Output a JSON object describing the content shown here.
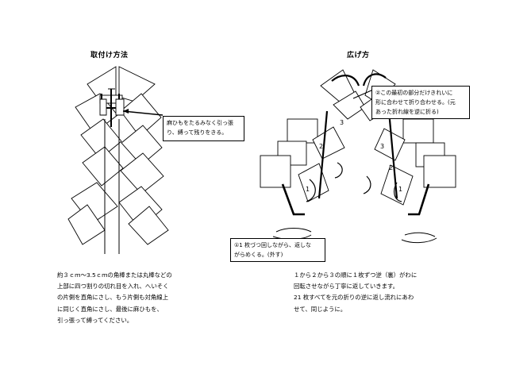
{
  "left": {
    "title": "取付け方法",
    "callout": [
      "麻ひもをたるみなく引っ張",
      "り、縛って残りをきる。"
    ],
    "instructions": [
      "約３ｃｍ～3.5ｃｍの角棒または丸棒などの",
      "上部に四つ割りの切れ目を入れ、へいそく",
      "の片側を直角にさし、もう片側も対角線上",
      "に同じく直角にさし、最後に麻ひもを、",
      "引っ張って縛ってください。"
    ]
  },
  "right": {
    "title": "広げ方",
    "callout_top": [
      "②この最初の部分だけきれいに",
      "形に合わせて折り合わせる。(元",
      "あった折れ線を逆に折る)"
    ],
    "callout_bottom": [
      "①1 枚づつ回しながら、返しな",
      "がらめくる。(外す)"
    ],
    "step_numbers": [
      "1",
      "2",
      "3",
      "1",
      "2",
      "3"
    ],
    "instructions": [
      "１から２から３の順に１枚ずつ逆（裏）がわに",
      "回転させながら丁寧に返していきます。",
      "21 枚すべてを元の折りの逆に返し流れにあわ",
      "せて、同じように。"
    ]
  }
}
